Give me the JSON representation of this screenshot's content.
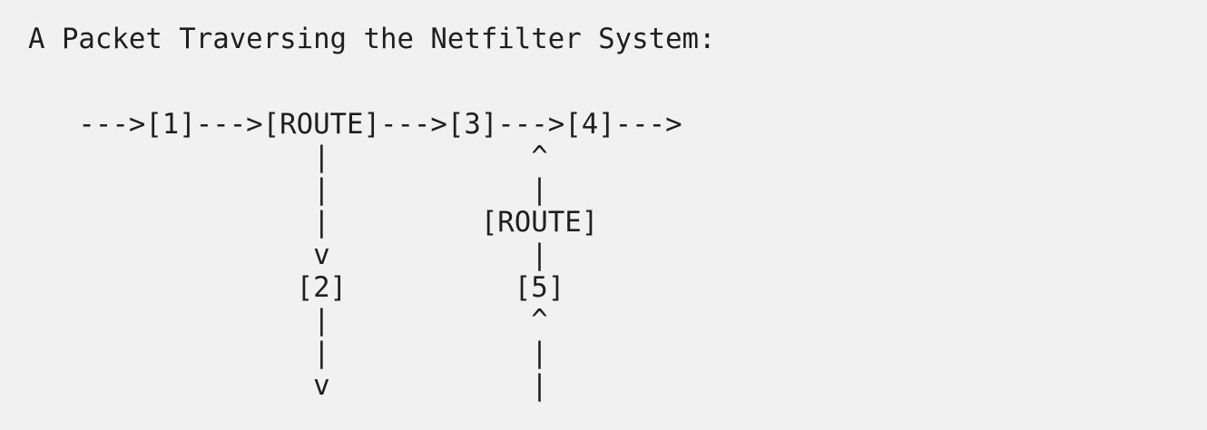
{
  "page": {
    "background_color": "#f1f1f1",
    "text_color": "#1f1f1f"
  },
  "title": "A Packet Traversing the Netfilter System:",
  "diagram": {
    "description": "ASCII flow diagram of netfilter hooks; packet flows --->[1]--->[ROUTE]--->[3]--->[4]--->, branches down from first ROUTE to [2], and up from [5] through second ROUTE to [3]/[4]; bottom of diagram is cut off by the screenshot edge",
    "node_labels": [
      "[1]",
      "[ROUTE]",
      "[3]",
      "[4]",
      "[2]",
      "[ROUTE]",
      "[5]"
    ],
    "lines": [
      "   --->[1]--->[ROUTE]--->[3]--->[4]--->",
      "                 |            ^",
      "                 |            |",
      "                 |         [ROUTE]",
      "                 v            |",
      "                [2]          [5]",
      "                 |            ^",
      "                 |            |",
      "                 v            |"
    ]
  }
}
